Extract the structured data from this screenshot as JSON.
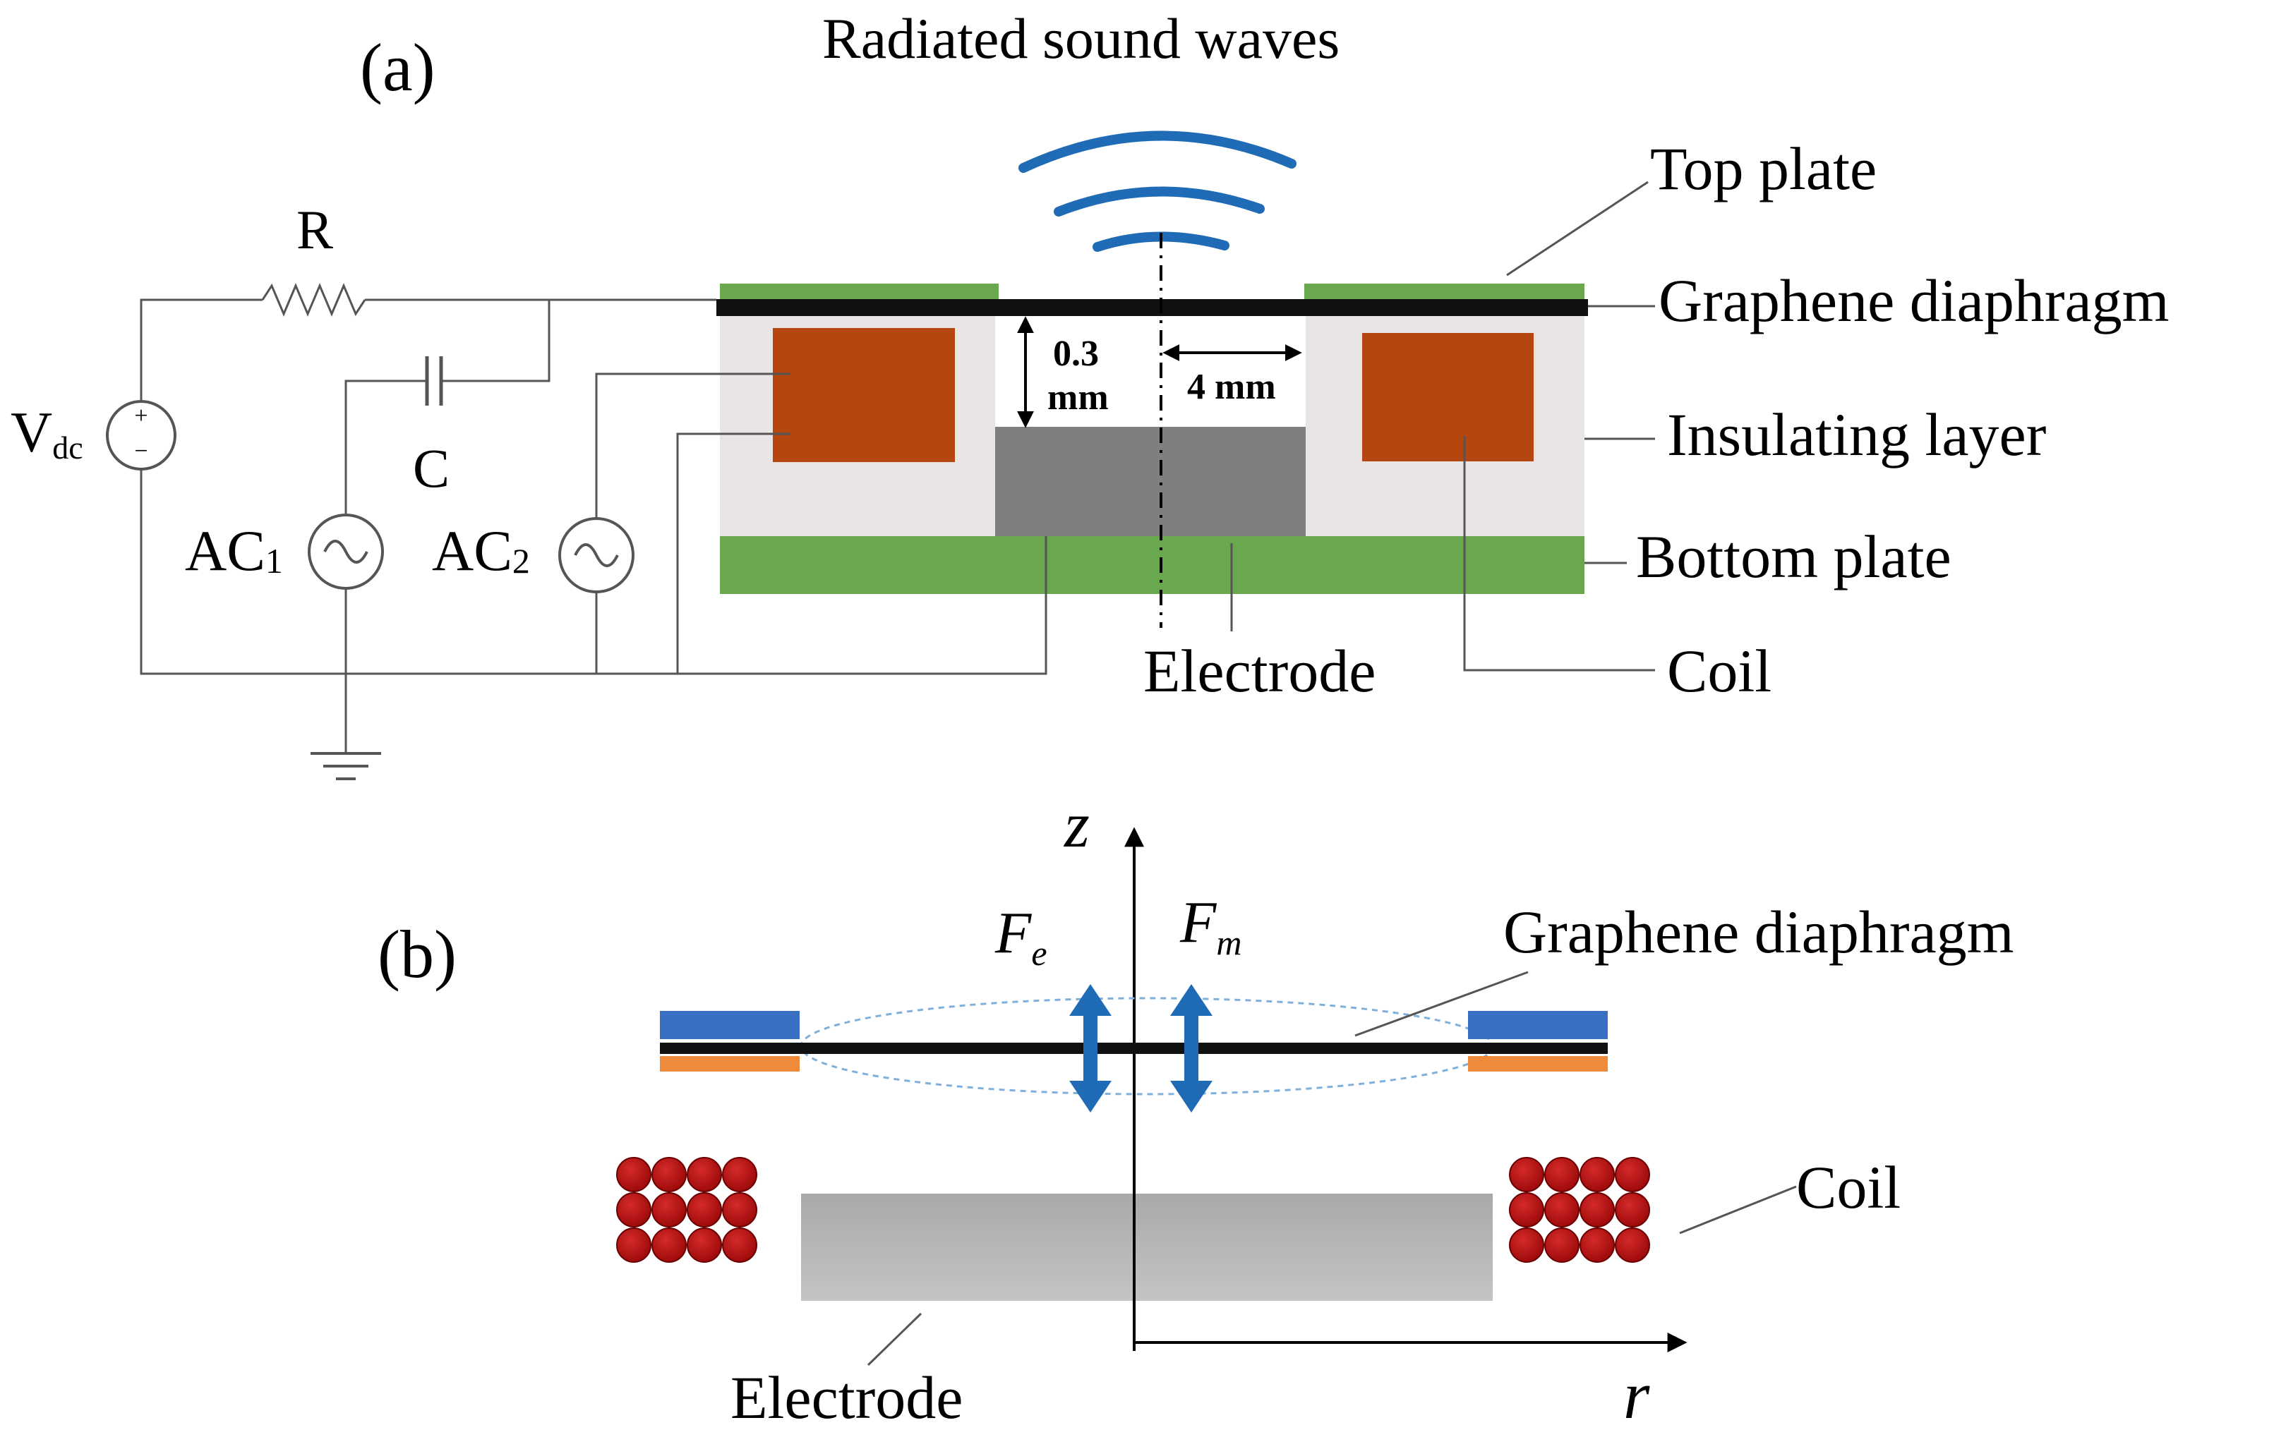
{
  "panel_a": {
    "label": "(a)",
    "sound_label": "Radiated sound waves",
    "gap_label_line1": "0.3",
    "gap_label_line2": "mm",
    "radius_label": "4 mm",
    "circuit": {
      "resistor": "R",
      "capacitor": "C",
      "vdc_main": "V",
      "vdc_sub": "dc",
      "ac1_main": "AC",
      "ac1_sub": "1",
      "ac2_main": "AC",
      "ac2_sub": "2",
      "plus": "+",
      "minus": "−"
    },
    "callouts": {
      "top_plate": "Top plate",
      "graphene": "Graphene diaphragm",
      "insulating": "Insulating layer",
      "bottom_plate": "Bottom plate",
      "electrode": "Electrode",
      "coil": "Coil"
    },
    "colors": {
      "plate": "#6aa84f",
      "coil": "#b5460f",
      "electrode": "#7f7f7f",
      "insulator": "#e9e5e5",
      "diaphragm": "#111111",
      "wave": "#1f6bb5"
    }
  },
  "panel_b": {
    "label": "(b)",
    "z_axis": "z",
    "r_axis": "r",
    "fe_main": "F",
    "fe_sub": "e",
    "fm_main": "F",
    "fm_sub": "m",
    "callouts": {
      "graphene": "Graphene diaphragm",
      "coil": "Coil",
      "electrode": "Electrode"
    },
    "colors": {
      "clamp_top": "#3a6fc4",
      "clamp_bottom": "#ef8a3a",
      "coil_wire": "#b40f0f",
      "electrode": "#b3b3b3",
      "arrow": "#1f6bb5"
    }
  }
}
